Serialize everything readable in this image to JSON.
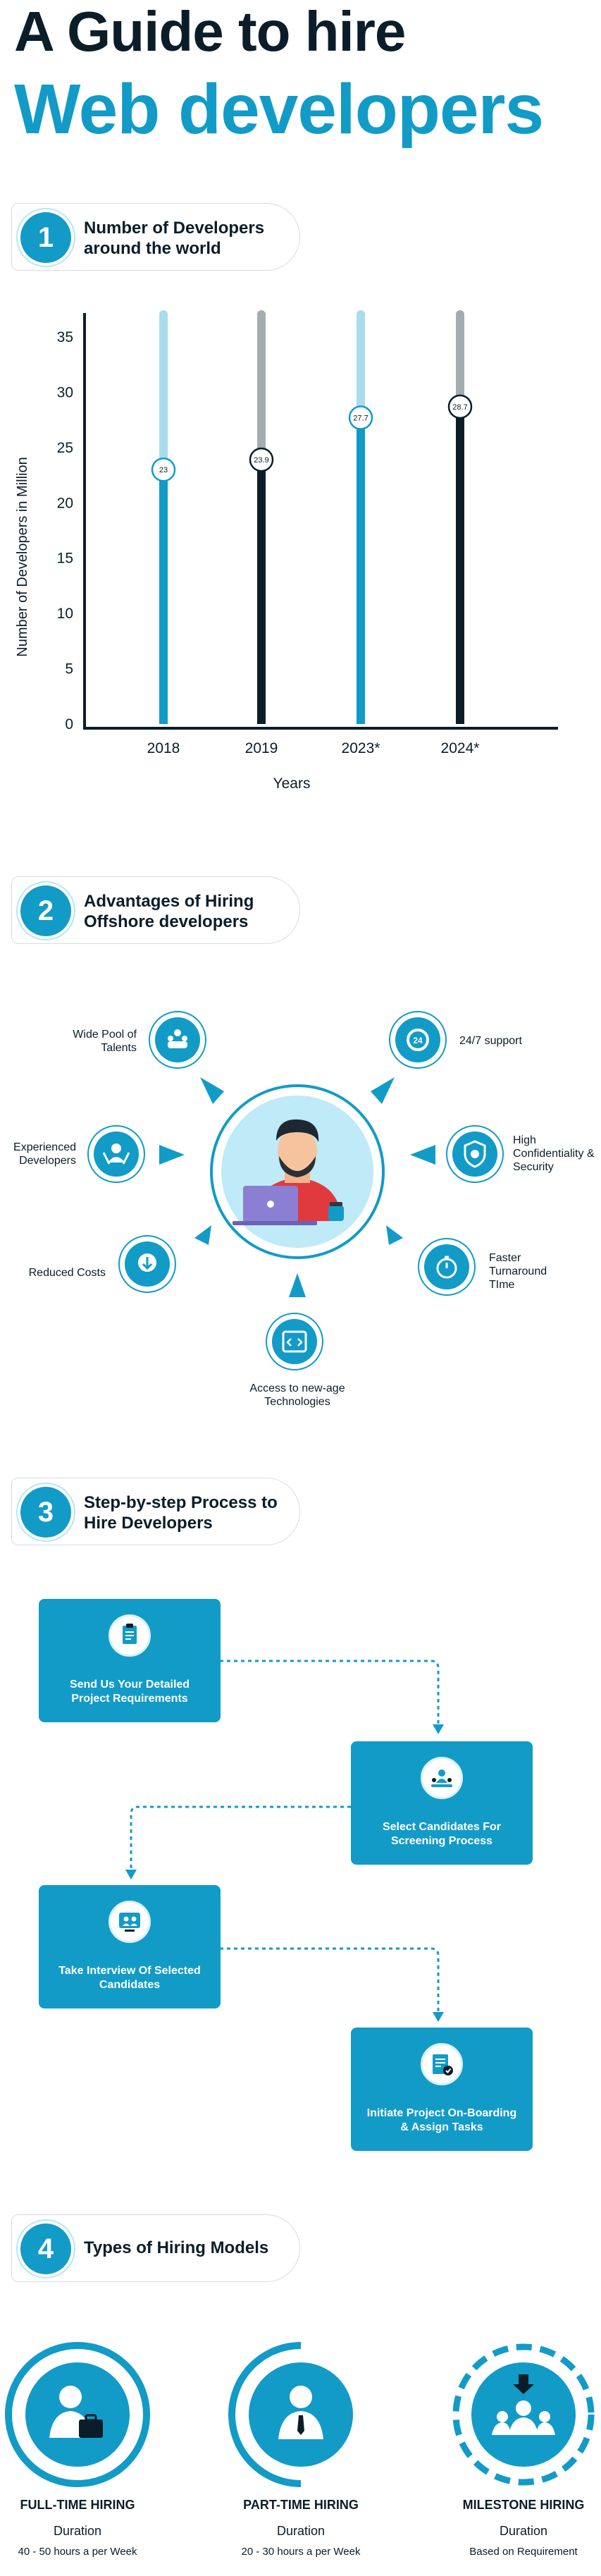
{
  "header": {
    "line1": "A Guide to hire",
    "line2": "Web developers"
  },
  "sections": {
    "s1": {
      "num": "1",
      "title": "Number of Developers around the world"
    },
    "s2": {
      "num": "2",
      "title": "Advantages of Hiring Offshore developers"
    },
    "s3": {
      "num": "3",
      "title": "Step-by-step Process to Hire Developers"
    },
    "s4": {
      "num": "4",
      "title": "Types of Hiring Models"
    }
  },
  "chart_data": {
    "type": "bar",
    "categories": [
      "2018",
      "2019",
      "2023*",
      "2024*"
    ],
    "values": [
      23,
      23.9,
      27.7,
      28.7
    ],
    "value_labels": [
      "23",
      "23.9",
      "27.7",
      "28.7"
    ],
    "ylabel": "Number of Developers in  Million",
    "xlabel": "Years",
    "yticks": [
      "0",
      "5",
      "10",
      "15",
      "20",
      "25",
      "30",
      "35"
    ],
    "ylim": [
      0,
      35
    ],
    "colors": {
      "light": "#129bc7",
      "dark": "#0b1d29",
      "track_light": "#a9dcec",
      "track_dark": "#a3adb0"
    }
  },
  "advantages": {
    "wide_pool": "Wide Pool of Talents",
    "support": "24/7 support",
    "experienced": "Experienced Developers",
    "confidentiality": "High Confidentiality & Security",
    "costs": "Reduced Costs",
    "turnaround": "Faster Turnaround TIme",
    "technologies": "Access to new-age Technologies"
  },
  "steps": [
    {
      "label": "Send Us Your Detailed Project Requirements",
      "icon": "clipboard-icon"
    },
    {
      "label": "Select Candidates For Screening Process",
      "icon": "candidates-icon"
    },
    {
      "label": "Take Interview Of Selected Candidates",
      "icon": "interview-icon"
    },
    {
      "label": "Initiate Project On-Boarding & Assign Tasks",
      "icon": "onboarding-icon"
    }
  ],
  "models": [
    {
      "name": "FULL-TIME HIRING",
      "duration_label": "Duration",
      "duration": "40 - 50 hours a per Week",
      "icon": "fulltime-developer-icon"
    },
    {
      "name": "PART-TIME HIRING",
      "duration_label": "Duration",
      "duration": "20 - 30 hours a per Week",
      "icon": "parttime-developer-icon"
    },
    {
      "name": "MILESTONE HIRING",
      "duration_label": "Duration",
      "duration": "Based on Requirement",
      "icon": "milestone-team-icon"
    }
  ],
  "colors": {
    "brand": "#129bc7",
    "dark": "#0b1d29"
  }
}
